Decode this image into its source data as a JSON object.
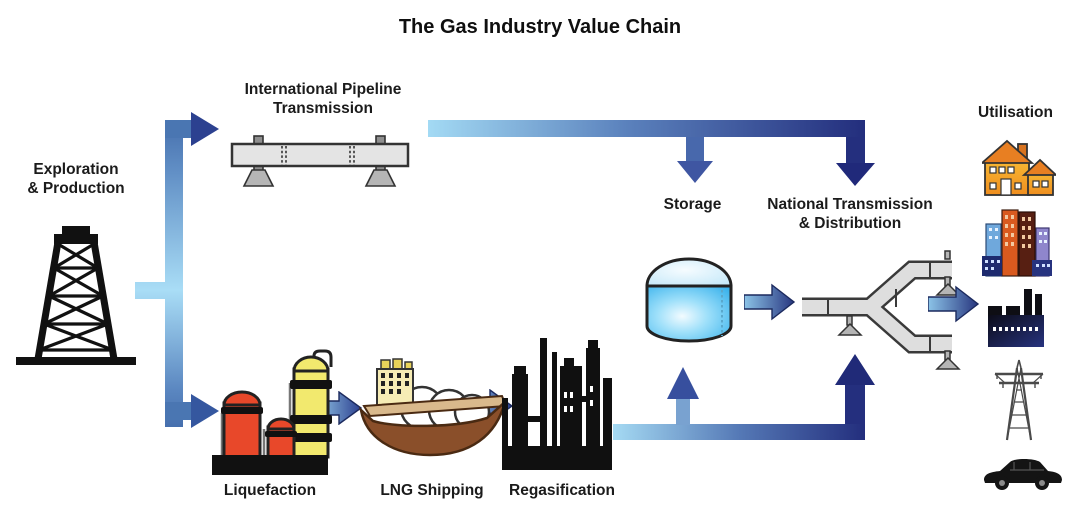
{
  "title": "The Gas Industry Value Chain",
  "stages": {
    "exploration_production": {
      "line1": "Exploration",
      "line2": "& Production"
    },
    "international_pipeline": {
      "line1": "International Pipeline",
      "line2": "Transmission"
    },
    "storage": {
      "label": "Storage"
    },
    "national_transmission": {
      "line1": "National Transmission",
      "line2": "& Distribution"
    },
    "utilisation": {
      "label": "Utilisation"
    },
    "liquefaction": {
      "label": "Liquefaction"
    },
    "lng_shipping": {
      "label": "LNG Shipping"
    },
    "regasification": {
      "label": "Regasification"
    }
  },
  "icons": {
    "oil_derrick": "oil-derrick-icon",
    "pipeline": "pipeline-icon",
    "storage_tank": "storage-tank-icon",
    "branch_pipeline": "branch-pipeline-icon",
    "liquefaction_plant": "liquefaction-plant-icon",
    "lng_ship": "lng-ship-icon",
    "regasification_plant": "regasification-plant-icon",
    "house": "house-icon",
    "city_buildings": "city-buildings-icon",
    "factory": "factory-icon",
    "power-pylon": "power-pylon-icon",
    "car": "car-icon"
  },
  "flows": [
    {
      "from": "Exploration & Production",
      "to": "International Pipeline Transmission"
    },
    {
      "from": "Exploration & Production",
      "to": "Liquefaction"
    },
    {
      "from": "International Pipeline Transmission",
      "to": "Storage"
    },
    {
      "from": "International Pipeline Transmission",
      "to": "National Transmission & Distribution"
    },
    {
      "from": "Liquefaction",
      "to": "LNG Shipping"
    },
    {
      "from": "LNG Shipping",
      "to": "Regasification"
    },
    {
      "from": "Regasification",
      "to": "Storage"
    },
    {
      "from": "Regasification",
      "to": "National Transmission & Distribution"
    },
    {
      "from": "Storage",
      "to": "National Transmission & Distribution"
    },
    {
      "from": "National Transmission & Distribution",
      "to": "Utilisation"
    }
  ],
  "colors": {
    "arrow_light": "#a5daf3",
    "arrow_mid": "#5b82bd",
    "arrow_dark": "#232e7d",
    "tank_blue": "#1ea6e8",
    "pipe_gray": "#dedede",
    "tank_red": "#e8482a",
    "column_yellow": "#f2e96e",
    "hull_brown": "#8a4f2a",
    "house_orange": "#f5a728",
    "text": "#1b1b1b"
  }
}
